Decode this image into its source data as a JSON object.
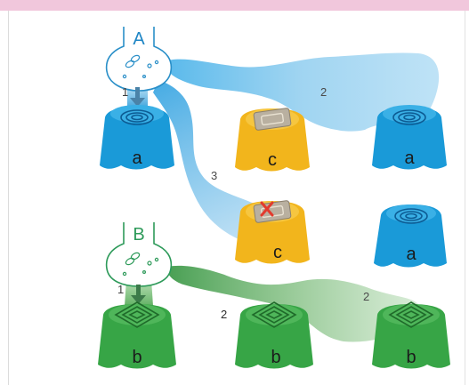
{
  "flasks": [
    {
      "id": "flask-a",
      "label": "A",
      "color": "#2a8fc8"
    },
    {
      "id": "flask-b",
      "label": "B",
      "color": "#2e9a5a"
    }
  ],
  "blobs": {
    "row1": [
      {
        "label": "a",
        "color": "#1a9ad8",
        "icon": "spiral-icon"
      },
      {
        "label": "c",
        "color": "#f2b51c",
        "icon": "rectangle-target-icon"
      },
      {
        "label": "a",
        "color": "#1a9ad8",
        "icon": "spiral-icon"
      }
    ],
    "row2": [
      {
        "label": "c",
        "color": "#f2b51c",
        "icon": "rectangle-target-crossed-icon"
      },
      {
        "label": "a",
        "color": "#1a9ad8",
        "icon": "spiral-icon"
      }
    ],
    "row3": [
      {
        "label": "b",
        "color": "#37a546",
        "icon": "nested-squares-icon"
      },
      {
        "label": "b",
        "color": "#37a546",
        "icon": "nested-squares-icon"
      },
      {
        "label": "b",
        "color": "#37a546",
        "icon": "nested-squares-icon"
      }
    ]
  },
  "path_labels": {
    "blue_1": "1",
    "blue_2": "2",
    "blue_3": "3",
    "green_1": "1",
    "green_2a": "2",
    "green_2b": "2"
  },
  "colors": {
    "blue_trail": "#8fcdef",
    "green_trail": "#3f9a4a",
    "cross_mark": "#e23b2e",
    "band": "#f1c7dc"
  }
}
